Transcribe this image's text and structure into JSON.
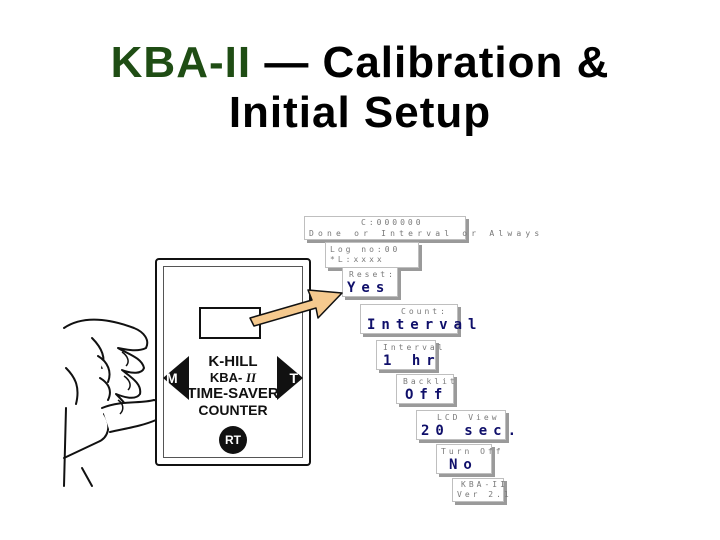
{
  "title": {
    "line1_prefix": "KBA-II",
    "line1_suffix": " — Calibration &",
    "line2": "Initial Setup"
  },
  "device": {
    "brand_line1": "K-HILL",
    "brand_line2": "KBA-",
    "brand_line2b": "II",
    "brand_line3": "TIME-SAVER",
    "brand_line4": "COUNTER",
    "left_button": "M",
    "right_button": "T",
    "bottom_button": "RT"
  },
  "steps": [
    {
      "label": "C:000000",
      "value": "Done or Interval or Always"
    },
    {
      "label": "Log no:00",
      "value": "*L:xxxx"
    },
    {
      "label": "Reset:",
      "value": "Yes"
    },
    {
      "label": "Count:",
      "value": "Interval"
    },
    {
      "label": "Interval",
      "value": "1 hr"
    },
    {
      "label": "Backlit",
      "value": "Off"
    },
    {
      "label": "LCD View",
      "value": "20 sec."
    },
    {
      "label": "Turn Off",
      "value": "No"
    },
    {
      "label": "KBA-II",
      "value": "Ver 2.1"
    }
  ],
  "colors": {
    "accent_title": "#1f4d14",
    "arrow": "#f5c98e",
    "card_text": "#0f0f6a"
  }
}
